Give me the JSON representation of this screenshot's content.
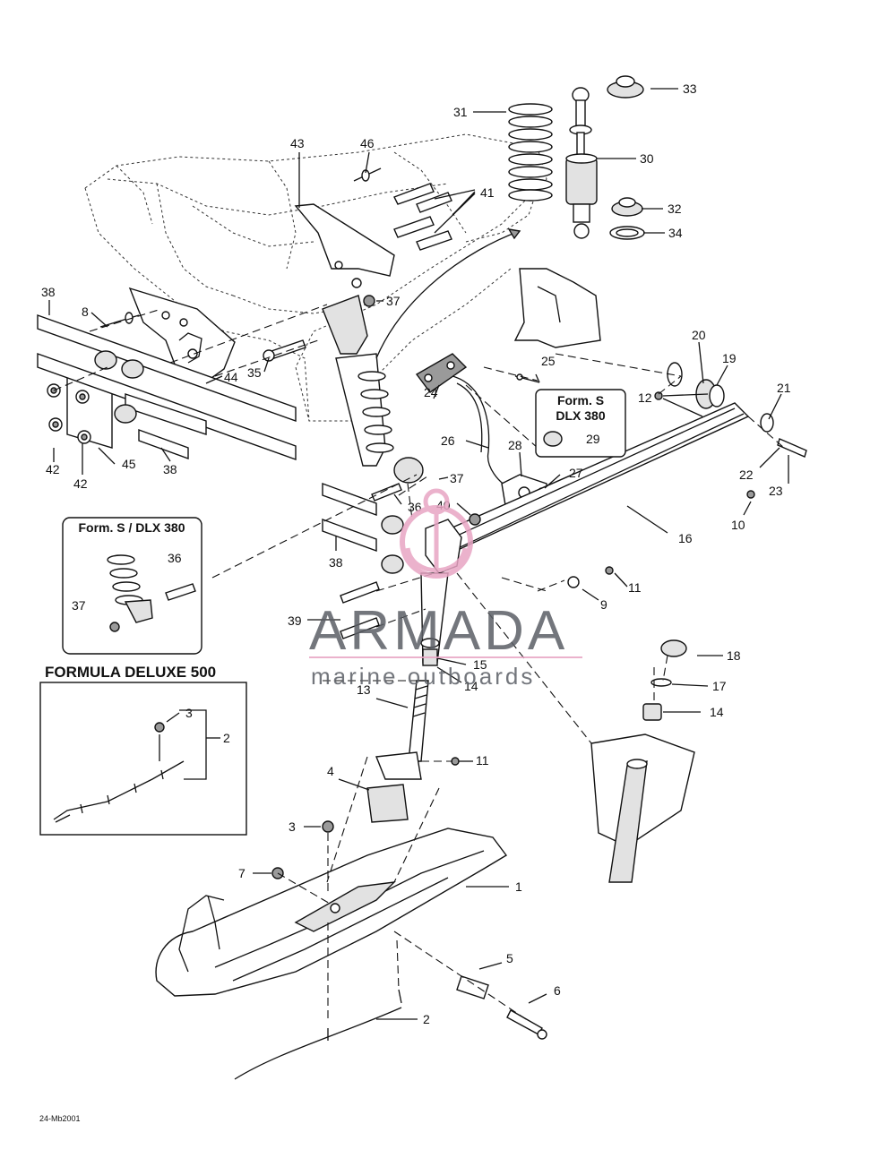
{
  "callouts": {
    "1": "1",
    "2": "2",
    "3": "3",
    "4": "4",
    "5": "5",
    "6": "6",
    "7": "7",
    "8": "8",
    "9": "9",
    "10": "10",
    "11": "11",
    "12": "12",
    "13": "13",
    "14": "14",
    "15": "15",
    "16": "16",
    "17": "17",
    "18": "18",
    "19": "19",
    "20": "20",
    "21": "21",
    "22": "22",
    "23": "23",
    "24": "24",
    "25": "25",
    "26": "26",
    "27": "27",
    "28": "28",
    "29": "29",
    "30": "30",
    "31": "31",
    "32": "32",
    "33": "33",
    "34": "34",
    "35": "35",
    "36": "36",
    "37": "37",
    "38": "38",
    "39": "39",
    "40": "40",
    "41": "41",
    "42": "42",
    "43": "43",
    "44": "44",
    "45": "45",
    "46": "46"
  },
  "boxes": {
    "form_s_dlx380_small": {
      "line1": "Form. S",
      "line2": "DLX 380"
    },
    "form_s_dlx380_large": {
      "title": "Form. S / DLX 380"
    },
    "formula_deluxe_500": {
      "title": "FORMULA DELUXE 500"
    }
  },
  "watermark": {
    "brand": "ARMADA",
    "tagline": "marine outboards",
    "accent_color": "#e8a5c4",
    "text_color": "#5b5f66"
  },
  "reference_code": "24-Mb2001"
}
